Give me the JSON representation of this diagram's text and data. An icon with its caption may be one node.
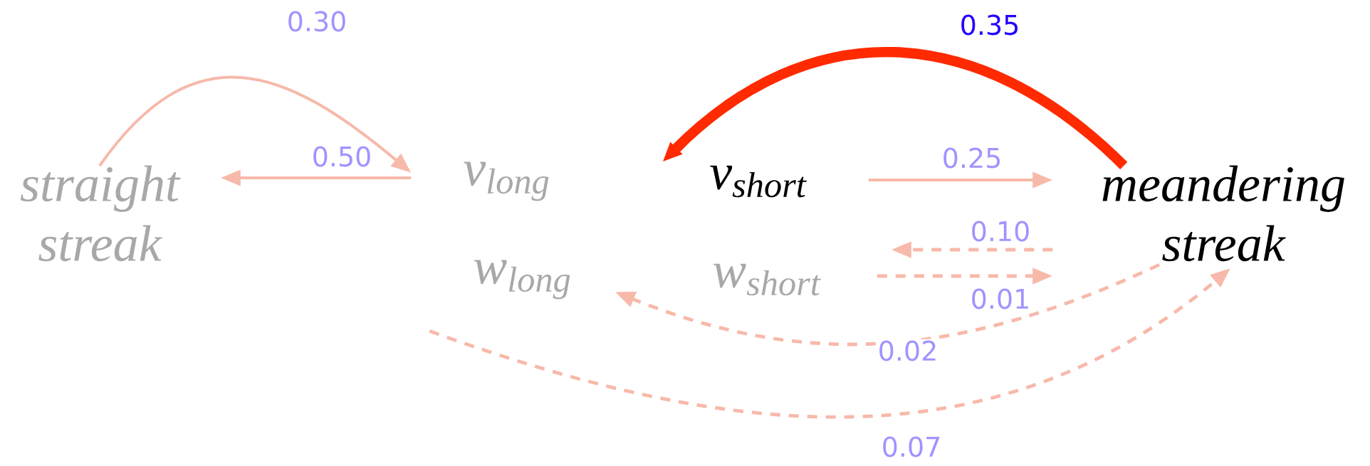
{
  "diagram": {
    "nodes": [
      {
        "text": [
          "straight streak"
        ]
      },
      {
        "text": [
          "v$_{long}$"
        ]
      },
      {
        "text": [
          "v$_{short}$"
        ]
      },
      {
        "text": [
          "meandering streak"
        ]
      },
      {
        "text": [
          "w$_{long}$"
        ]
      },
      {
        "text": [
          "w$_{short}$"
        ]
      }
    ],
    "edges": [
      {
        "from": 0,
        "to": 1,
        "arrow": "to",
        "label": "0.30"
      },
      {
        "from": 1,
        "to": 0,
        "arrow": "to",
        "label": "0.50"
      },
      {
        "from": 3,
        "to": 2,
        "arrow": "to",
        "label": "0.35",
        "style": "thick",
        "color": "#ff2a00"
      },
      {
        "from": 2,
        "to": 3,
        "arrow": "to",
        "label": "0.25"
      },
      {
        "from": 3,
        "to": 5,
        "arrow": "to",
        "label": "0.10",
        "style": "dashed"
      },
      {
        "from": 5,
        "to": 3,
        "arrow": "to",
        "label": "0.01",
        "style": "dashed"
      },
      {
        "from": 3,
        "to": 4,
        "arrow": "to",
        "label": "0.02",
        "style": "dashed"
      },
      {
        "from": 4,
        "to": 3,
        "arrow": "to",
        "label": "0.07",
        "style": "dashed"
      }
    ]
  }
}
